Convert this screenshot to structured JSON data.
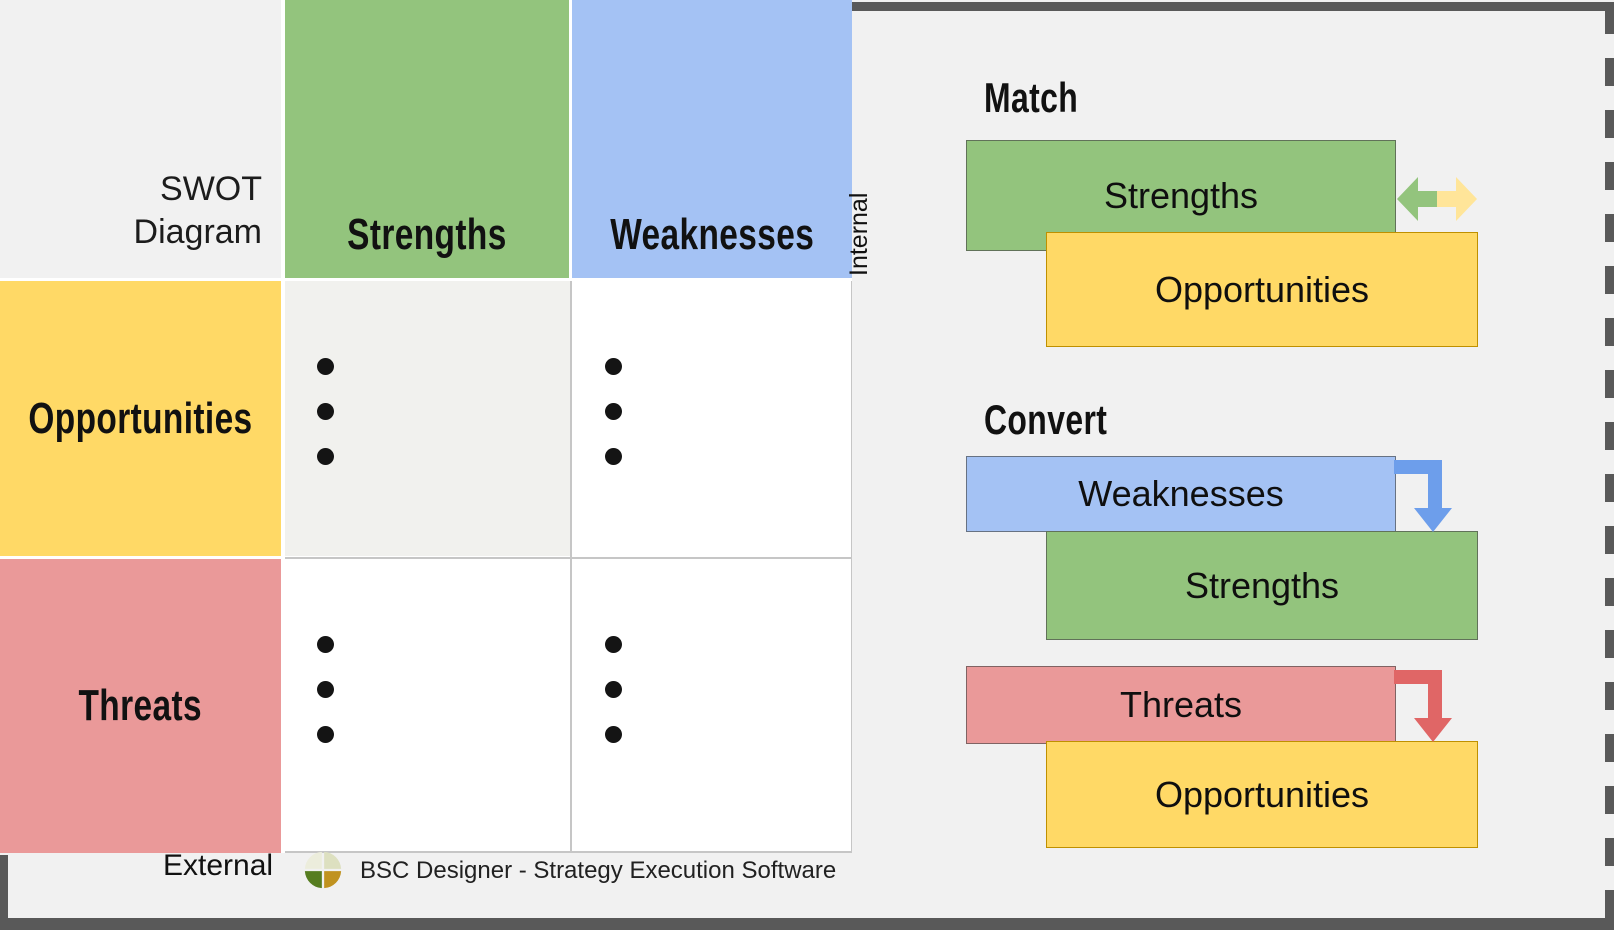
{
  "matrix": {
    "title_lines": [
      "SWOT",
      "Diagram"
    ],
    "columns": [
      {
        "label": "Strengths",
        "color": "#93c47d"
      },
      {
        "label": "Weaknesses",
        "color": "#a4c2f4"
      }
    ],
    "rows": [
      {
        "label": "Opportunities",
        "color": "#ffd966"
      },
      {
        "label": "Threats",
        "color": "#ea9999"
      }
    ],
    "internal_label": "Internal",
    "external_label": "External",
    "bullets_per_cell": 3
  },
  "right_panel": {
    "match": {
      "heading": "Match",
      "top_box": "Strengths",
      "bottom_box": "Opportunities",
      "arrow": "double-horizontal-green-yellow"
    },
    "convert": {
      "heading": "Convert",
      "pair1": {
        "top_box": "Weaknesses",
        "bottom_box": "Strengths",
        "arrow": "elbow-down-blue"
      },
      "pair2": {
        "top_box": "Threats",
        "bottom_box": "Opportunities",
        "arrow": "elbow-down-red"
      }
    }
  },
  "footer": {
    "brand": "BSC Designer - Strategy Execution Software"
  },
  "colors": {
    "green": "#93c47d",
    "blue": "#a4c2f4",
    "yellow": "#ffd966",
    "red": "#ea9999",
    "pale_yellow": "#ffe599",
    "arrow_blue": "#6d9eeb",
    "arrow_red": "#e06666",
    "frame": "#595959",
    "background": "#f1f1f1",
    "grid": "#c6c6c6",
    "cell_tint": "#f1f1ee",
    "yellow_border": "#bf9000",
    "logo_cream": "#eceddc",
    "logo_sage": "#dde0c0",
    "logo_green": "#567d20",
    "logo_gold": "#c0921f"
  }
}
